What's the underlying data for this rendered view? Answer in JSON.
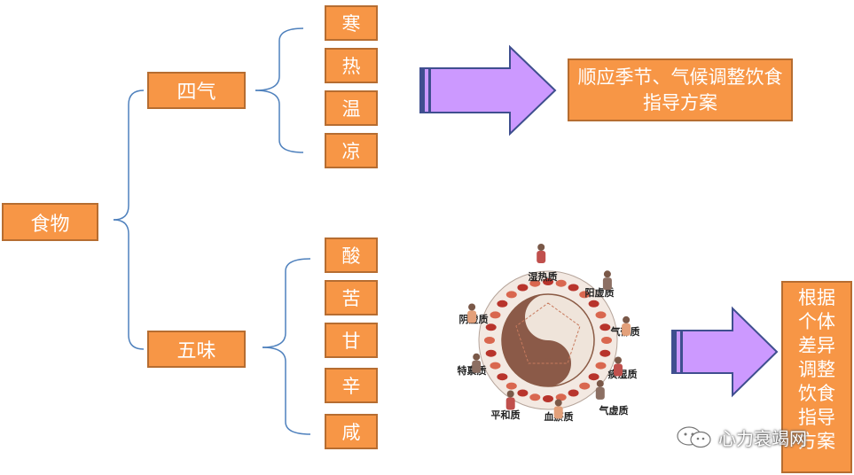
{
  "root": {
    "label": "食物"
  },
  "branches": [
    {
      "label": "四气",
      "children": [
        "寒",
        "热",
        "温",
        "凉"
      ],
      "result": "顺应季节、气候调整饮食指导方案"
    },
    {
      "label": "五味",
      "children": [
        "酸",
        "苦",
        "甘",
        "辛",
        "咸"
      ],
      "result": "根据个体差异调整饮食指导方案"
    }
  ],
  "constitution_wheel": {
    "types": [
      "湿热质",
      "阳虚质",
      "气郁质",
      "痰湿质",
      "气虚质",
      "血瘀质",
      "平和质",
      "特禀质",
      "阴虚质"
    ]
  },
  "watermark": {
    "text": "心力衰竭网"
  },
  "colors": {
    "box_fill": "#f79646",
    "box_border": "#b66d31",
    "connector": "#4f81bd",
    "arrow_fill": "#cc99ff",
    "arrow_border": "#3f4f8f"
  }
}
